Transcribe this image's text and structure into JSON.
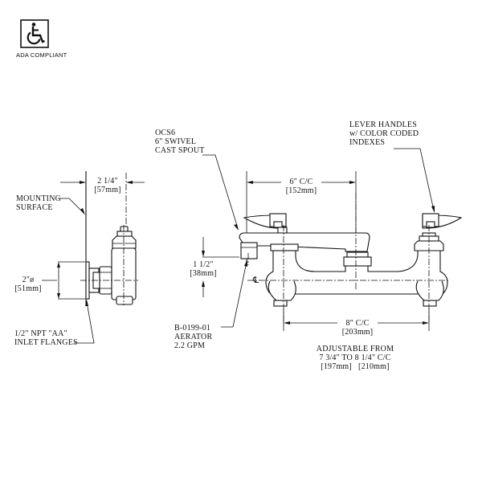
{
  "badge": {
    "icon": "wheelchair-accessibility-icon",
    "label": "ADA COMPLIANT"
  },
  "side_view": {
    "mounting_surface": [
      "MOUNTING",
      "SURFACE"
    ],
    "depth_dim": [
      "2 1/4\"",
      "[57mm]"
    ],
    "flange_dim": [
      "2\"ø",
      "[51mm]"
    ],
    "inlet_label": [
      "1/2\" NPT \"AA\"",
      "INLET FLANGES"
    ]
  },
  "front_view": {
    "spout_label": [
      "OCS6",
      "6\" SWIVEL",
      "CAST SPOUT"
    ],
    "handles_label": [
      "LEVER HANDLES",
      "w/ COLOR CODED",
      "INDEXES"
    ],
    "spout_cc_dim": [
      "6\" C/C",
      "[152mm]"
    ],
    "height_dim": [
      "1 1/2\"",
      "[38mm]"
    ],
    "centerline_symbol": "℄",
    "aerator_label": [
      "B-0199-01",
      "AERATOR",
      "2.2 GPM"
    ],
    "inlet_cc_dim": [
      "8\" C/C",
      "[203mm]"
    ],
    "adjustable_note": [
      "ADJUSTABLE FROM",
      "7 3/4\" TO 8 1/4\" C/C",
      "[197mm]   [210mm]"
    ]
  }
}
